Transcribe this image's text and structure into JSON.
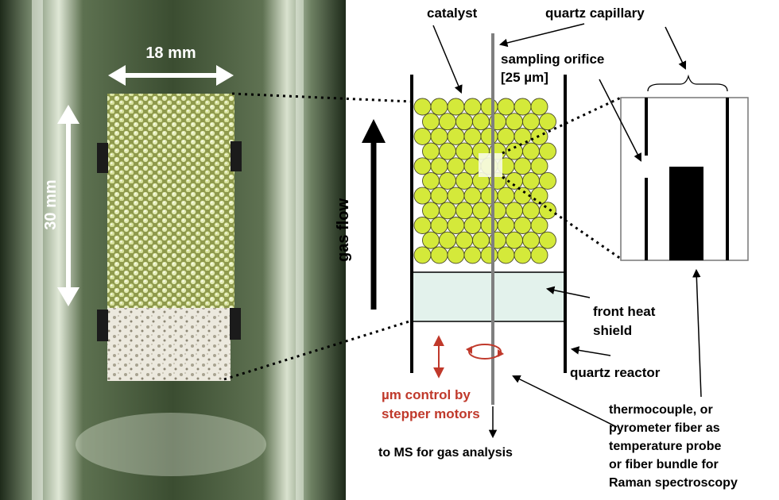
{
  "photo": {
    "width_label": "18 mm",
    "height_label": "30 mm"
  },
  "diagram": {
    "catalyst": "catalyst",
    "capillary": "quartz capillary",
    "orifice_line1": "sampling orifice",
    "orifice_line2": "[25 µm]",
    "gas_flow": "gas flow",
    "heat_shield_line1": "front heat",
    "heat_shield_line2": "shield",
    "reactor": "quartz reactor",
    "control_line1": "µm control by",
    "control_line2": "stepper motors",
    "ms": "to MS for gas analysis",
    "probe_lines": [
      "thermocouple, or",
      "pyrometer fiber as",
      "temperature probe",
      "or fiber bundle for",
      "Raman spectroscopy"
    ]
  },
  "colors": {
    "catalyst_fill": "#d4e93a",
    "shield_fill": "#e3f2ec",
    "accent_red": "#c0392b",
    "photo_glass": "#4a5e3c"
  }
}
